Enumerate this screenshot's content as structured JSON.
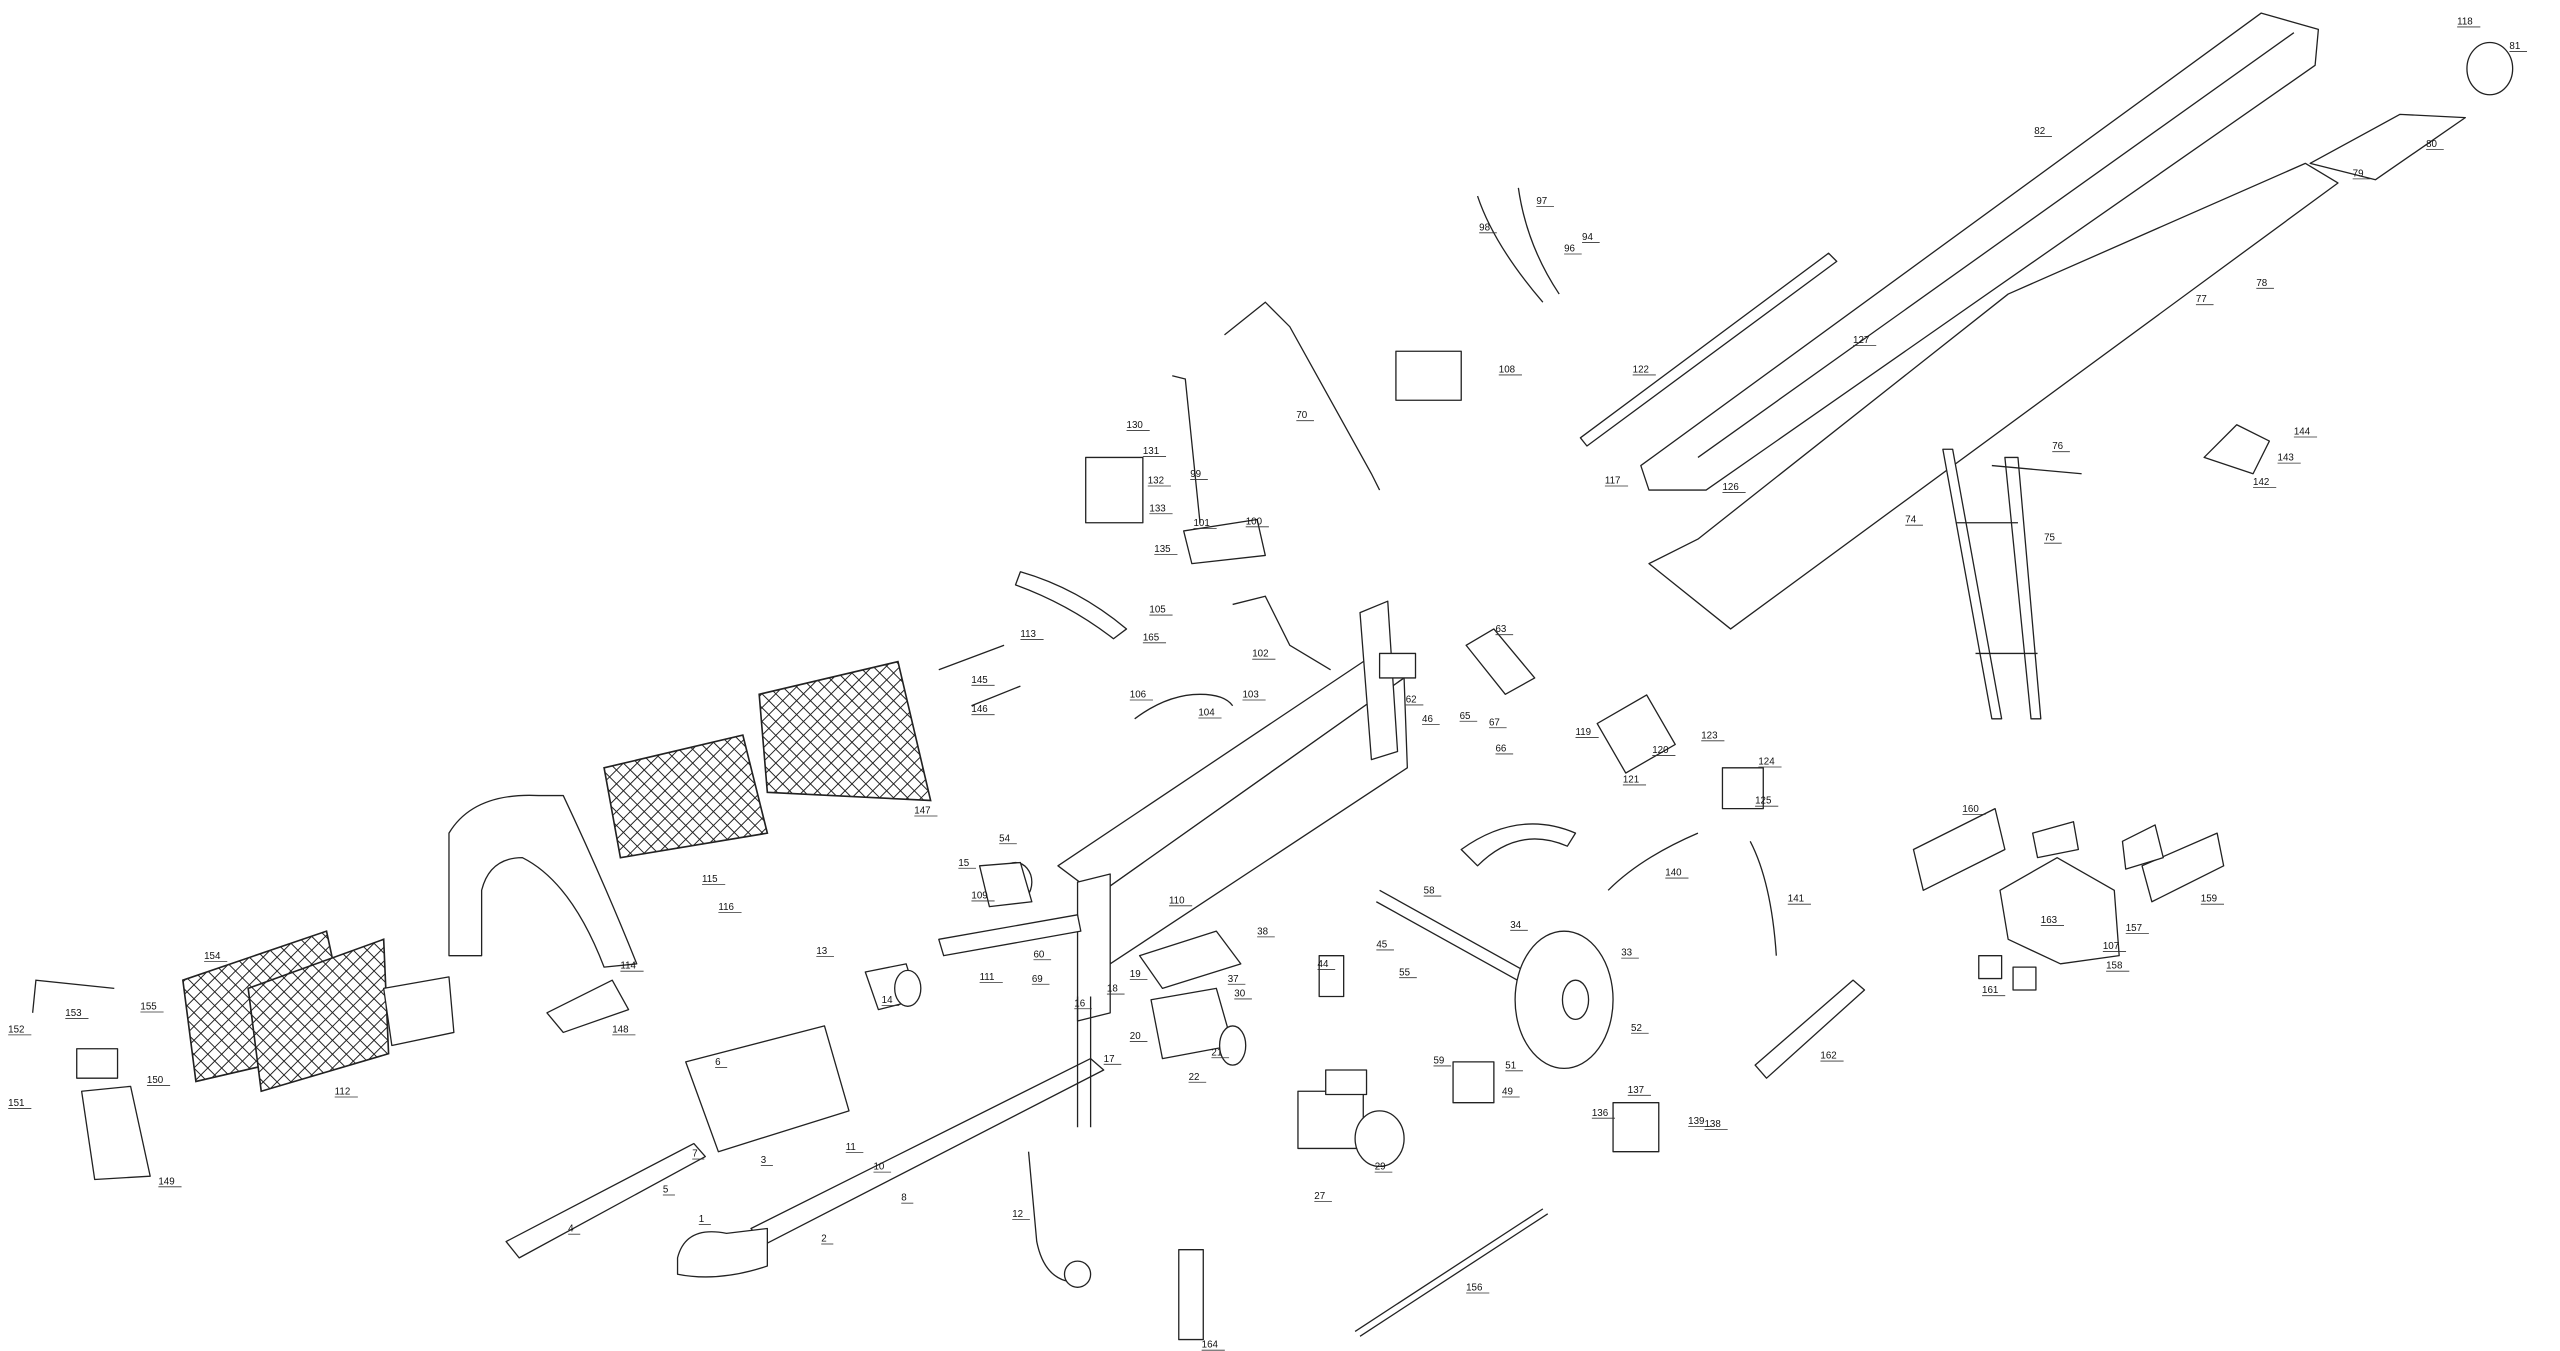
{
  "diagram": {
    "type": "exploded parts diagram",
    "part_numbers": [
      "1",
      "2",
      "3",
      "4",
      "5",
      "6",
      "7",
      "8",
      "10",
      "11",
      "12",
      "13",
      "14",
      "15",
      "16",
      "17",
      "18",
      "19",
      "20",
      "21",
      "22",
      "27",
      "29",
      "30",
      "33",
      "34",
      "37",
      "38",
      "44",
      "45",
      "46",
      "49",
      "51",
      "52",
      "54",
      "55",
      "58",
      "59",
      "60",
      "62",
      "63",
      "65",
      "66",
      "67",
      "69",
      "70",
      "74",
      "75",
      "76",
      "77",
      "78",
      "79",
      "80",
      "81",
      "82",
      "94",
      "96",
      "97",
      "98",
      "99",
      "100",
      "101",
      "102",
      "103",
      "104",
      "105",
      "106",
      "107",
      "108",
      "109",
      "110",
      "111",
      "112",
      "113",
      "114",
      "115",
      "116",
      "117",
      "118",
      "119",
      "120",
      "121",
      "122",
      "123",
      "124",
      "125",
      "126",
      "127",
      "130",
      "131",
      "132",
      "133",
      "135",
      "136",
      "137",
      "138",
      "139",
      "140",
      "141",
      "142",
      "143",
      "144",
      "145",
      "146",
      "147",
      "148",
      "149",
      "150",
      "151",
      "152",
      "153",
      "154",
      "155",
      "156",
      "157",
      "158",
      "159",
      "160",
      "161",
      "162",
      "163",
      "164",
      "165"
    ]
  }
}
